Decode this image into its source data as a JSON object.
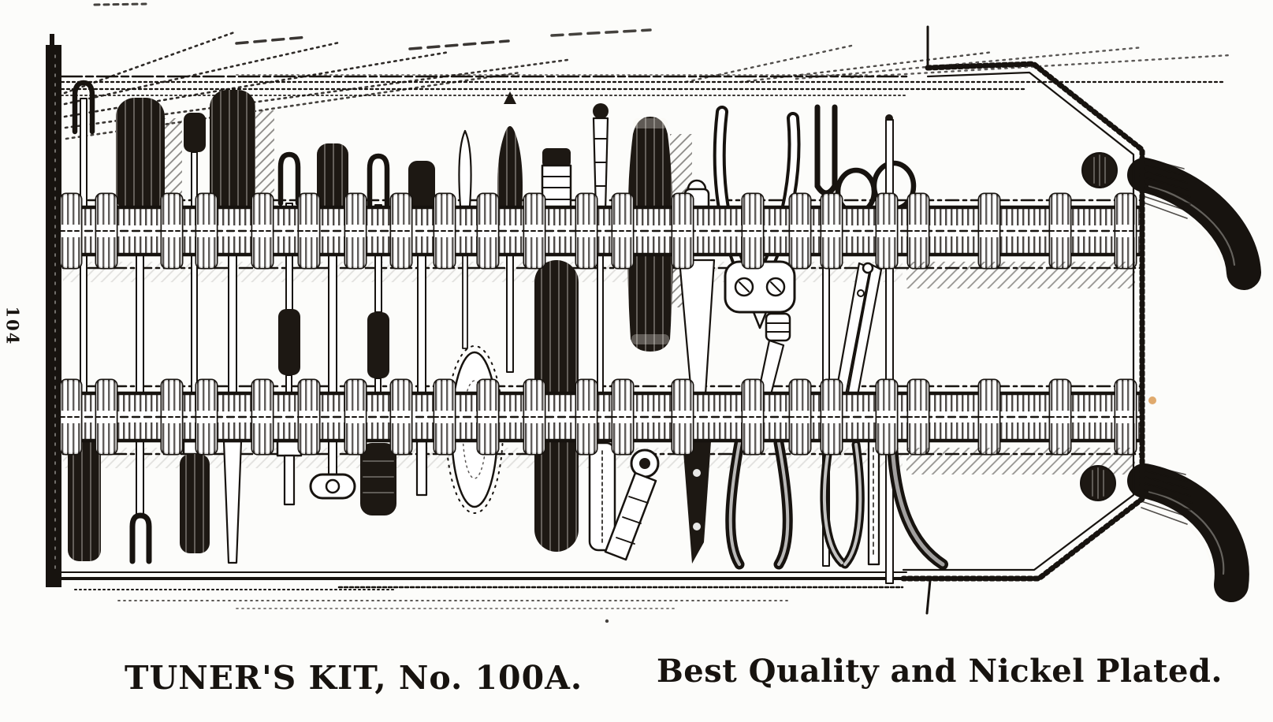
{
  "page": {
    "background": "#fcfcfa",
    "ink_color": "#17130f",
    "blemish_color": "#d8954a",
    "page_number": "104"
  },
  "figure": {
    "caption_left": "TUNER'S KIT, No. 100A.",
    "caption_right": "Best Quality and Nickel Plated."
  }
}
